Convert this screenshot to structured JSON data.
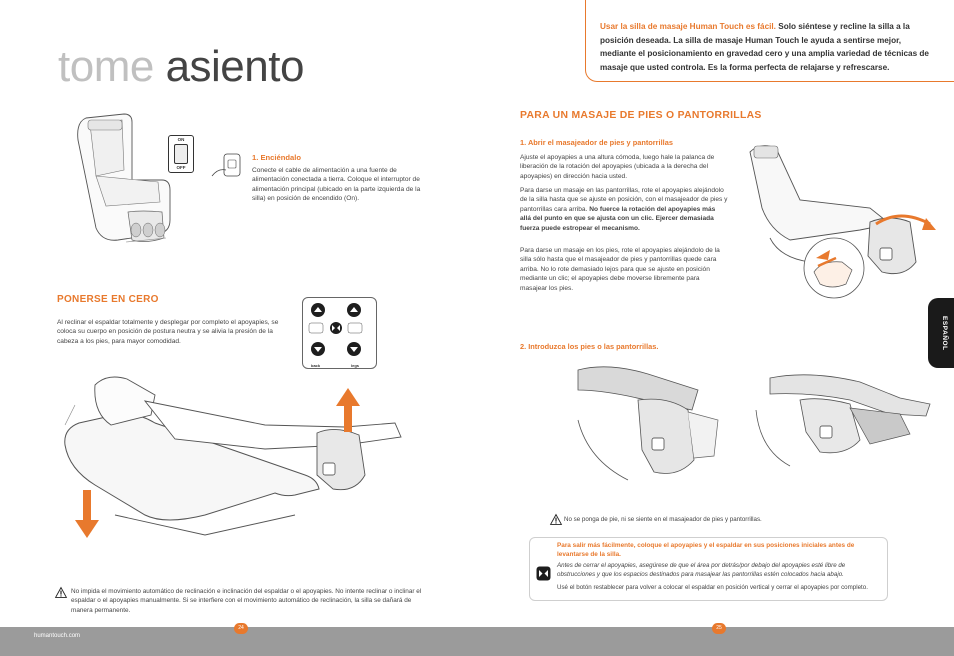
{
  "page_title": {
    "word1": "tome",
    "word2": "asiento"
  },
  "intro": {
    "lead": "Usar la silla de masaje Human Touch es fácil.",
    "text": " Solo siéntese y recline la silla a la posición deseada. La silla de masaje Human Touch le ayuda a sentirse mejor, mediante el posicionamiento en gravedad cero y una amplia variedad de técnicas de masaje que usted controla. Es la forma perfecta de relajarse y refrescarse."
  },
  "switch_labels": {
    "on": "ON",
    "off": "OFF"
  },
  "step_power": {
    "heading": "1. Enciéndalo",
    "text": "Conecte el cable de alimentación a una fuente de alimentación conectada a tierra. Coloque el interruptor de alimentación principal (ubicado en la parte izquierda de la silla) en posición de encendido (On)."
  },
  "zero": {
    "heading": "PONERSE EN CERO",
    "text": "Al reclinar el espaldar totalmente y desplegar por completo el apoyapies, se coloca su cuerpo en posición de postura neutra y se alivia la presión de la cabeza a los pies, para mayor comodidad.",
    "remote_labels": {
      "back": "back",
      "legs": "legs"
    },
    "warning": "No impida el movimiento automático de reclinación e inclinación del espaldar o el apoyapies. No intente reclinar o inclinar el espaldar o el apoyapies manualmente. Si se interfiere con el movimiento automático de reclinación, la silla se dañará de manera permanente."
  },
  "feet": {
    "heading": "PARA UN MASAJE DE PIES O PANTORRILLAS",
    "step1_heading": "1. Abrir el masajeador de pies y pantorrillas",
    "p1": "Ajuste el apoyapies a una altura cómoda, luego hale la palanca de liberación de la rotación del apoyapies (ubicada a la derecha del apoyapies) en dirección hacia usted.",
    "p2a": "Para darse un masaje en las pantorrillas, rote el apoyapies alejándolo de la silla hasta que se ajuste en posición, con el masajeador de pies y pantorrillas cara arriba.",
    "p2b": " No fuerce la rotación del apoyapies más allá del punto en que se ajusta con un clic. Ejercer demasiada fuerza puede estropear el mecanismo.",
    "p3": "Para darse un masaje en los pies, rote el apoyapies alejándolo de la silla sólo hasta que el masajeador de pies y pantorrillas quede cara arriba. No lo rote demasiado lejos para que se ajuste en posición mediante un clic; el apoyapies debe moverse libremente para masajear los pies.",
    "step2_heading": "2. Introduzca los pies o las pantorrillas.",
    "warning": "No se ponga de pie, ni se siente en el masajeador de pies y pantorrillas.",
    "box_heading": "Para salir más fácilmente, coloque el apoyapies y el espaldar en sus posiciones iniciales antes de levantarse de la silla.",
    "box_italic": "Antes de cerrar el apoyapies, asegúrese de que el área por detrás/por debajo del apoyapies esté libre de obstrucciones y que los espacios destinados para masajear las pantorrillas estén colocados hacia abajo.",
    "box_text": "Usé el botón restablecer para volver a colocar el espaldar en posición vertical y cerrar el apoyapies por completo."
  },
  "side_tab": "ESPAÑOL",
  "footer": {
    "site": "humantouch.com",
    "page_left": "24",
    "page_right": "25"
  },
  "colors": {
    "accent": "#e8792d",
    "footer": "#9b9b9b",
    "tab": "#1a1a1a"
  }
}
